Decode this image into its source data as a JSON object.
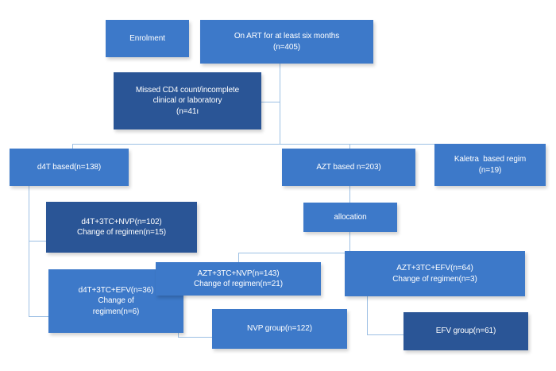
{
  "figure": {
    "type": "flowchart",
    "title": "ART regimen study participant flow diagram",
    "colors": {
      "node_light": "#3d79c9",
      "node_dark": "#2a5596",
      "connector": "#9dc0e4",
      "background": "#ffffff",
      "text": "#ffffff"
    }
  },
  "nodes": {
    "enrolment": {
      "label": "Enrolment",
      "lines": [
        "Enrolment"
      ],
      "fill": "light"
    },
    "on_art": {
      "label": "On ART for at least six months (n=405)",
      "lines": [
        "On ART for at least six months",
        "(n=405)"
      ],
      "count": 405,
      "fill": "light"
    },
    "excluded": {
      "label": "Missed CD4 count/incomplete clinical or laboratory (n=41)",
      "lines": [
        "Missed CD4 count/incomplete",
        "clinical or laboratory",
        "(n=41ı"
      ],
      "count": 41,
      "fill": "dark"
    },
    "d4t_based": {
      "label": "d4T based(n=138)",
      "lines": [
        "d4T based(n=138)"
      ],
      "count": 138,
      "fill": "light"
    },
    "azt_based": {
      "label": "AZT based n=203)",
      "lines": [
        "AZT based n=203)"
      ],
      "count": 203,
      "fill": "light"
    },
    "kaletra_based": {
      "label": "Kaletra based regim (n=19)",
      "lines": [
        "Kaletra  based regim",
        "(n=19)"
      ],
      "count": 19,
      "fill": "light"
    },
    "d4t_nvp": {
      "label": "d4T+3TC+NVP(n=102) Change of regimen(n=15)",
      "lines": [
        "d4T+3TC+NVP(n=102)",
        "Change of regimen(n=15)"
      ],
      "count": 102,
      "changed": 15,
      "fill": "dark"
    },
    "d4t_efv": {
      "label": "d4T+3TC+EFV(n=36) Change of regimen(n=6)",
      "lines": [
        "d4T+3TC+EFV(n=36)",
        "Change of",
        "regimen(n=6)"
      ],
      "count": 36,
      "changed": 6,
      "fill": "light"
    },
    "allocation": {
      "label": "allocation",
      "lines": [
        "allocation"
      ],
      "fill": "light"
    },
    "azt_nvp": {
      "label": "AZT+3TC+NVP(n=143) Change of regimen(n=21)",
      "lines": [
        "AZT+3TC+NVP(n=143)",
        "Change of regimen(n=21)"
      ],
      "count": 143,
      "changed": 21,
      "fill": "light"
    },
    "azt_efv": {
      "label": "AZT+3TC+EFV(n=64) Change of regimen(n=3)",
      "lines": [
        "AZT+3TC+EFV(n=64)",
        "Change of regimen(n=3)"
      ],
      "count": 64,
      "changed": 3,
      "fill": "light"
    },
    "nvp_group": {
      "label": "NVP group(n=122)",
      "lines": [
        "NVP group(n=122)"
      ],
      "count": 122,
      "fill": "light"
    },
    "efv_group": {
      "label": "EFV group(n=61)",
      "lines": [
        "EFV group(n=61)"
      ],
      "count": 61,
      "fill": "dark"
    }
  }
}
